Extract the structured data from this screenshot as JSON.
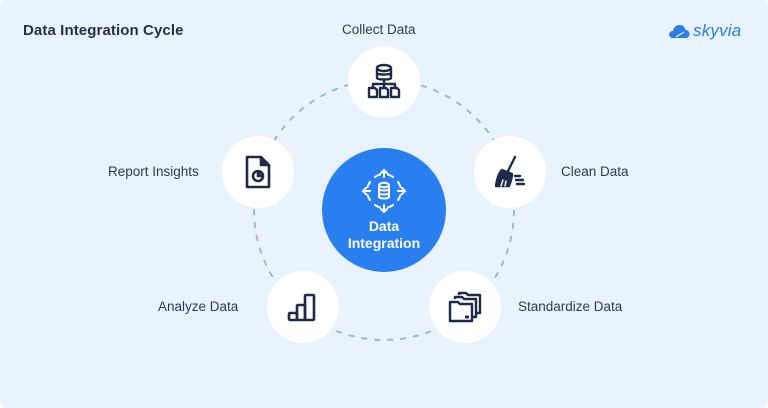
{
  "header": {
    "title": "Data Integration Cycle",
    "brand": "skyvia"
  },
  "hub": {
    "line1": "Data",
    "line2": "Integration",
    "icon": "database-distribute-icon",
    "color": "#2a7ff0"
  },
  "steps": [
    {
      "label": "Collect Data",
      "icon": "database-hierarchy-icon"
    },
    {
      "label": "Clean Data",
      "icon": "broom-icon"
    },
    {
      "label": "Standardize Data",
      "icon": "folders-icon"
    },
    {
      "label": "Analyze Data",
      "icon": "bar-chart-icon"
    },
    {
      "label": "Report Insights",
      "icon": "report-document-icon"
    }
  ],
  "colors": {
    "background": "#e9f3fe",
    "icon_stroke": "#1f2a4a",
    "dashed_ring": "#9fb6d8",
    "brand": "#2a7de8"
  }
}
